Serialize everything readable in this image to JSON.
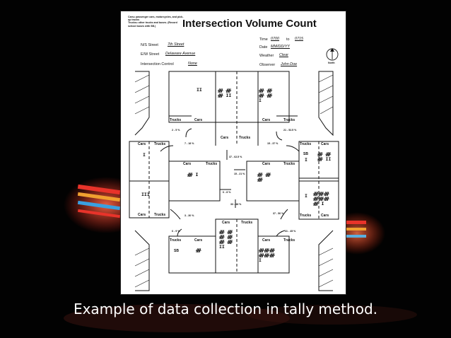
{
  "form": {
    "title": "Intersection Volume Count",
    "legend": "Cars= passenger cars, motorcycles, and pick-up trucks\nTrucks= other trucks and buses. (Record school buses with SB.)",
    "ns_label": "N/S Street",
    "ns_value": "7th Street",
    "ew_label": "E/W Street",
    "ew_value": "Delaware Avenue",
    "control_label": "Intersection Control",
    "control_value": "None",
    "time_label": "Time",
    "time_from": "0700",
    "time_to_label": "to",
    "time_to": "0715",
    "date_label": "Date",
    "date_value": "MM/DD/YY",
    "weather_label": "Weather",
    "weather_value": "Clear",
    "observer_label": "Observer",
    "observer_value": "John Doe",
    "north_label": "North"
  },
  "labels": {
    "cars": "Cars",
    "trucks": "Trucks",
    "sb": "SB"
  },
  "percents": {
    "nw": "2 - 5 %",
    "ne": "21 - 52.5 %",
    "w_top": "7 - 18 %",
    "e_top": "15 - 37 %",
    "center_top": "37 - 62.5 %",
    "center_mid": "15 - 21 %",
    "center_left": "6 - 8 %",
    "center_bot": "33 - 48 %",
    "sw": "3 - 30 %",
    "se": "37 - 50 %",
    "bl": "6 - 9 %",
    "br": "31 - 45 %"
  },
  "tallies": {
    "n_top_left": "II",
    "n_top_mid": "ᚎ ᚎ\nᚎ II",
    "n_top_right": "ᚎ ᚎ\nᚎ ᚎ\nI",
    "w_upper": "I",
    "w_lower": "III",
    "center_left_cars": "ᚎ I",
    "center_right_cars": "ᚎ ᚎ\nᚎ",
    "e_upper_sb": "SB",
    "e_upper_trucks": "I",
    "e_upper_cars": "ᚎ ᚎ\nᚎ II",
    "e_lower_trucks": "I",
    "e_lower_cars": "ᚎᚎᚎ\nᚎᚎᚎ\nᚎ I",
    "s_mid": "ᚎ ᚎ\nᚎ ᚎ\nᚎ ᚎ\nII",
    "s_left_sb": "SB",
    "s_left_cars": "ᚎ",
    "s_right": "ᚎᚎᚎ\nᚎᚎᚎ\nI"
  },
  "caption": "Example of data collection in tally method."
}
